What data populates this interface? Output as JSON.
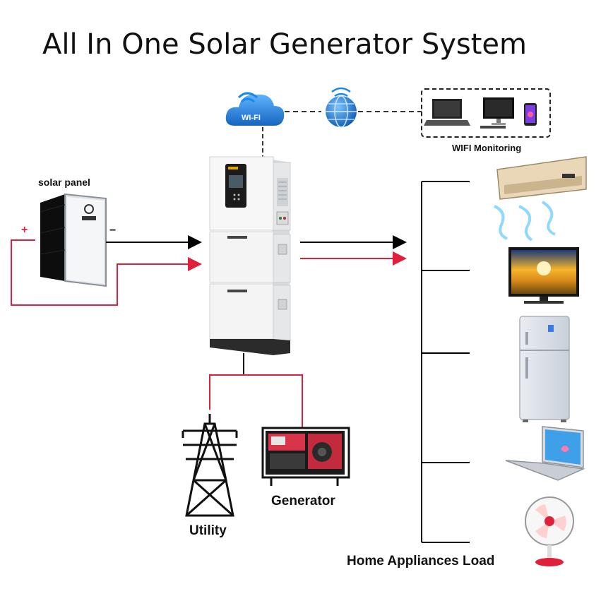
{
  "title": "All In One Solar Generator System",
  "labels": {
    "solar_panel": "solar panel",
    "wifi_badge": "WI-FI",
    "wifi_monitoring": "WIFI Monitoring",
    "utility": "Utility",
    "generator": "Generator",
    "home_load": "Home Appliances Load",
    "plus_sign": "+",
    "minus_sign": "−"
  },
  "colors": {
    "dc_negative": "#000000",
    "dc_positive": "#e0203a",
    "wifi_blue": "#1e88e5",
    "inverter_white": "#f4f4f4"
  },
  "appliances": [
    "air-conditioner",
    "television",
    "refrigerator",
    "laptop",
    "electric-fan"
  ],
  "monitoring_devices": [
    "laptop",
    "desktop-monitor",
    "smartphone"
  ]
}
